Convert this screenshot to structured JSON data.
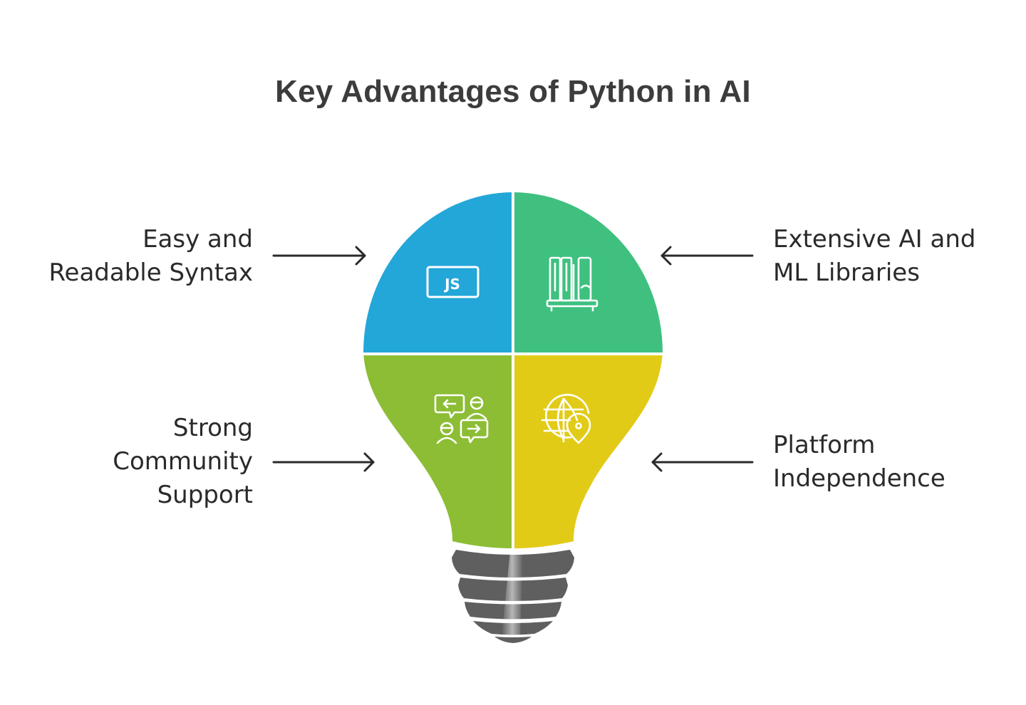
{
  "title": "Key Advantages of Python in AI",
  "advantages": [
    {
      "id": "easy-syntax",
      "lines": [
        "Easy and",
        "Readable Syntax"
      ],
      "position": "top-left",
      "icon": "js-badge-icon",
      "icon_text": "JS",
      "color": "#23a6d8"
    },
    {
      "id": "libraries",
      "lines": [
        "Extensive AI and",
        "ML Libraries"
      ],
      "position": "top-right",
      "icon": "bookshelf-icon",
      "color": "#3fc07f"
    },
    {
      "id": "community",
      "lines": [
        "Strong",
        "Community",
        "Support"
      ],
      "position": "bottom-left",
      "icon": "community-chat-icon",
      "color": "#8cbd35"
    },
    {
      "id": "platform",
      "lines": [
        "Platform",
        "Independence"
      ],
      "position": "bottom-right",
      "icon": "globe-location-icon",
      "color": "#e2cb17"
    }
  ],
  "colors": {
    "title": "#3c3c3c",
    "text": "#2a2a2a",
    "arrow": "#2a2a2a",
    "bulb_base": "#5f5f5f",
    "icon_stroke": "#ffffff"
  }
}
